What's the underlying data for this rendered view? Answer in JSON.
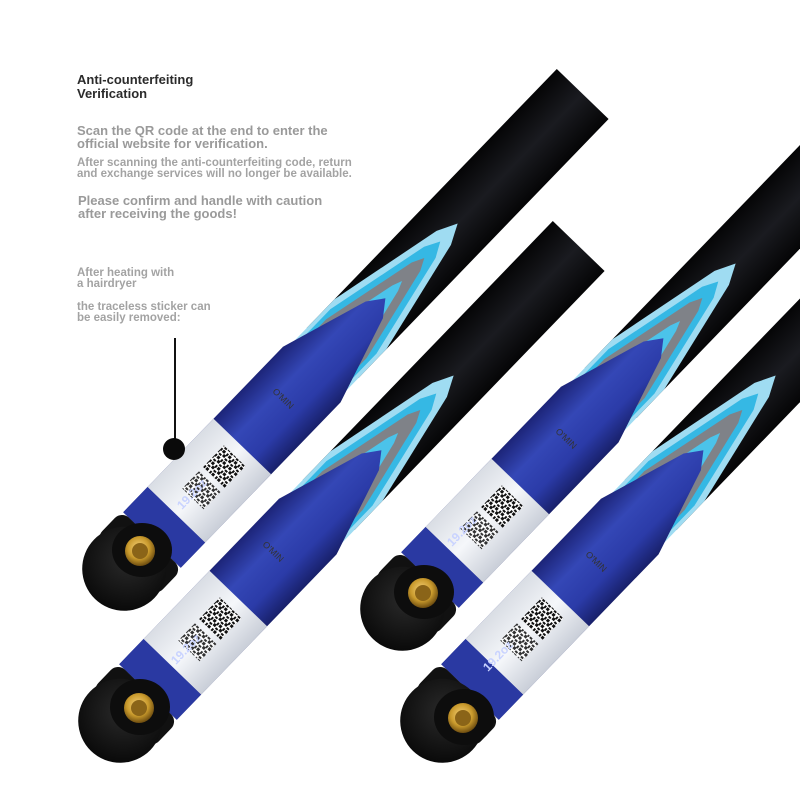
{
  "notice": {
    "title": "Anti-counterfeiting\n Verification",
    "qr_instruction": "Scan the QR code at the end to enter the\n official website for verification.",
    "return_warning": "After scanning the anti-counterfeiting code, return\n and exchange services will no longer be available.",
    "caution": "Please confirm and handle with caution\n after receiving the goods!"
  },
  "sticker_hint": {
    "heating": "After heating with\n a hairdryer",
    "removal": " the traceless sticker can\n be easily removed:"
  },
  "product": {
    "weight_label": "19.2oz",
    "brand_mark": "O'MIN",
    "colors": {
      "shaft_dark": "#0e0f12",
      "accent_cyan": "#35b8e4",
      "butt_blue": "#2b3ba8",
      "cap_black": "#111111",
      "bumper_gold": "#c99a2c",
      "label_white": "#eef1f5"
    }
  }
}
